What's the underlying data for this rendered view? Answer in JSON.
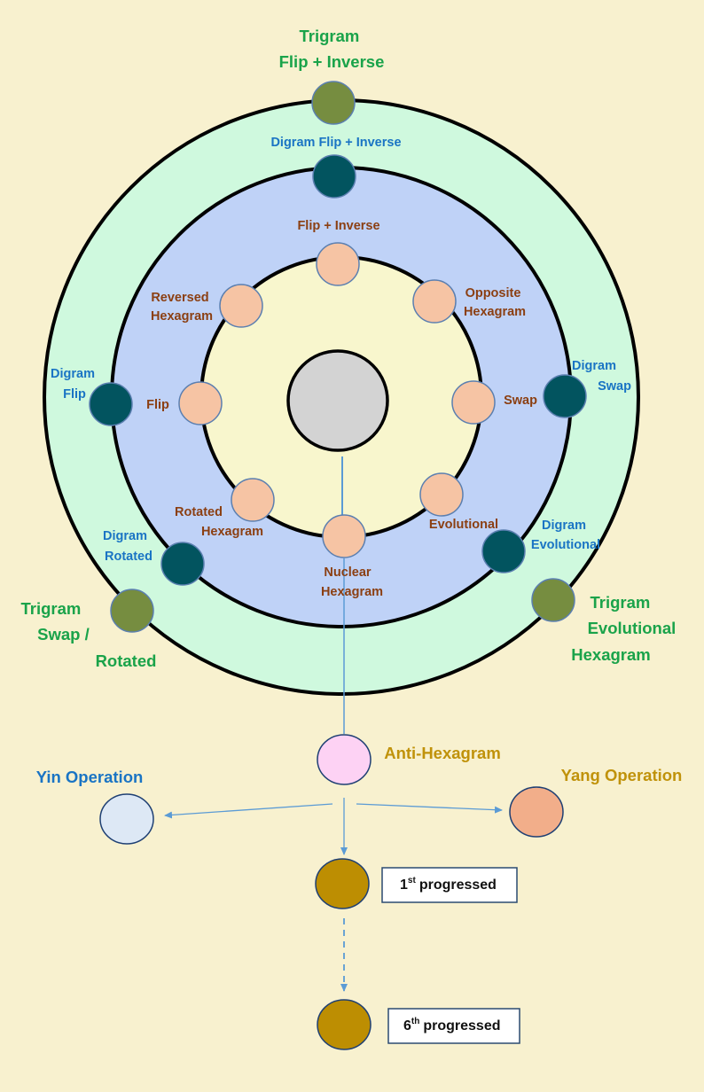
{
  "colors": {
    "background": "#f8f1cf",
    "outer_ring": "#cff9de",
    "middle_ring": "#bfd2f7",
    "inner_ring": "#f8f6cd",
    "center_node": "#d3d3d3",
    "hexagram_node": "#f6c4a4",
    "digram_node": "#02545f",
    "trigram_node": "#768d40",
    "anti_hexagram_node": "#fdd2f4",
    "yin_node": "#dde8f5",
    "yang_node": "#f2ae8a",
    "progressed_node": "#bd8e02",
    "connector": "#5b9bd5"
  },
  "center": {
    "label": ""
  },
  "hexagram_nodes": [
    {
      "id": "flip-inverse",
      "lines": [
        "Flip + Inverse"
      ]
    },
    {
      "id": "opposite-hexagram",
      "lines": [
        "Opposite",
        "Hexagram"
      ]
    },
    {
      "id": "swap",
      "lines": [
        "Swap"
      ]
    },
    {
      "id": "evolutional",
      "lines": [
        "Evolutional"
      ]
    },
    {
      "id": "nuclear-hexagram",
      "lines": [
        "Nuclear",
        "Hexagram"
      ]
    },
    {
      "id": "rotated-hexagram",
      "lines": [
        "Rotated",
        "Hexagram"
      ]
    },
    {
      "id": "flip",
      "lines": [
        "Flip"
      ]
    },
    {
      "id": "reversed-hexagram",
      "lines": [
        "Reversed",
        "Hexagram"
      ]
    }
  ],
  "digram_nodes": [
    {
      "id": "digram-flip-inverse",
      "lines": [
        "Digram Flip + Inverse"
      ]
    },
    {
      "id": "digram-swap",
      "lines": [
        "Digram",
        "Swap"
      ]
    },
    {
      "id": "digram-evolutional",
      "lines": [
        "Digram",
        "Evolutional"
      ]
    },
    {
      "id": "digram-rotated",
      "lines": [
        "Digram",
        "Rotated"
      ]
    },
    {
      "id": "digram-flip",
      "lines": [
        "Digram",
        "Flip"
      ]
    }
  ],
  "trigram_nodes": [
    {
      "id": "trigram-flip-inverse",
      "lines": [
        "Trigram",
        "Flip + Inverse"
      ]
    },
    {
      "id": "trigram-evolutional-hexagram",
      "lines": [
        "Trigram",
        "Evolutional",
        "Hexagram"
      ]
    },
    {
      "id": "trigram-swap-rotated",
      "lines": [
        "Trigram",
        "Swap /",
        "Rotated"
      ]
    }
  ],
  "lower": {
    "anti_hexagram": "Anti-Hexagram",
    "yin_operation": "Yin Operation",
    "yang_operation": "Yang Operation",
    "first_progressed": {
      "num": "1",
      "sup": "st",
      "text": "progressed"
    },
    "sixth_progressed": {
      "num": "6",
      "sup": "th",
      "text": "progressed"
    }
  }
}
